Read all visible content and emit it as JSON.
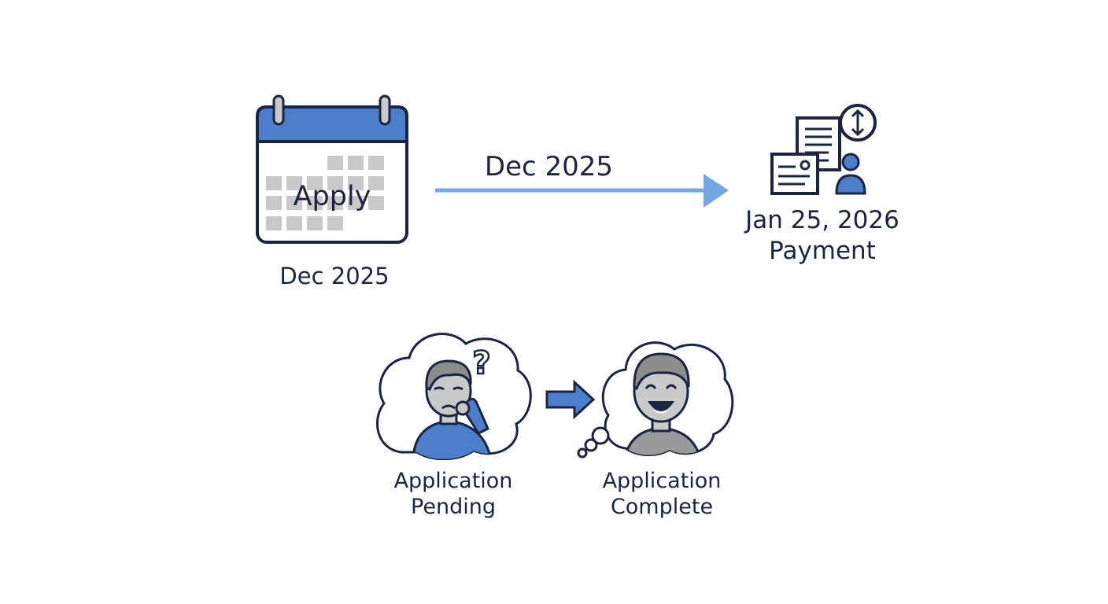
{
  "colors": {
    "accent": "#4d7ecb",
    "arrow": "#74a6e2",
    "ink": "#1b2540",
    "grid_cell": "#c9c9c9",
    "shirt_gray": "#9a9a9a"
  },
  "calendar": {
    "icon": "calendar-icon",
    "apply_text": "Apply",
    "date_label": "Dec 2025"
  },
  "timeline_arrow": {
    "label": "Dec 2025"
  },
  "payment": {
    "icon": "payment-documents-icon",
    "date": "Jan 25, 2026",
    "label": "Payment"
  },
  "pending": {
    "icon": "confused-person-thought-bubble-icon",
    "question_mark": "?",
    "line1": "Application",
    "line2": "Pending"
  },
  "transition_arrow": {
    "icon": "right-arrow-icon"
  },
  "complete": {
    "icon": "happy-person-thought-bubble-icon",
    "line1": "Application",
    "line2": "Complete"
  }
}
